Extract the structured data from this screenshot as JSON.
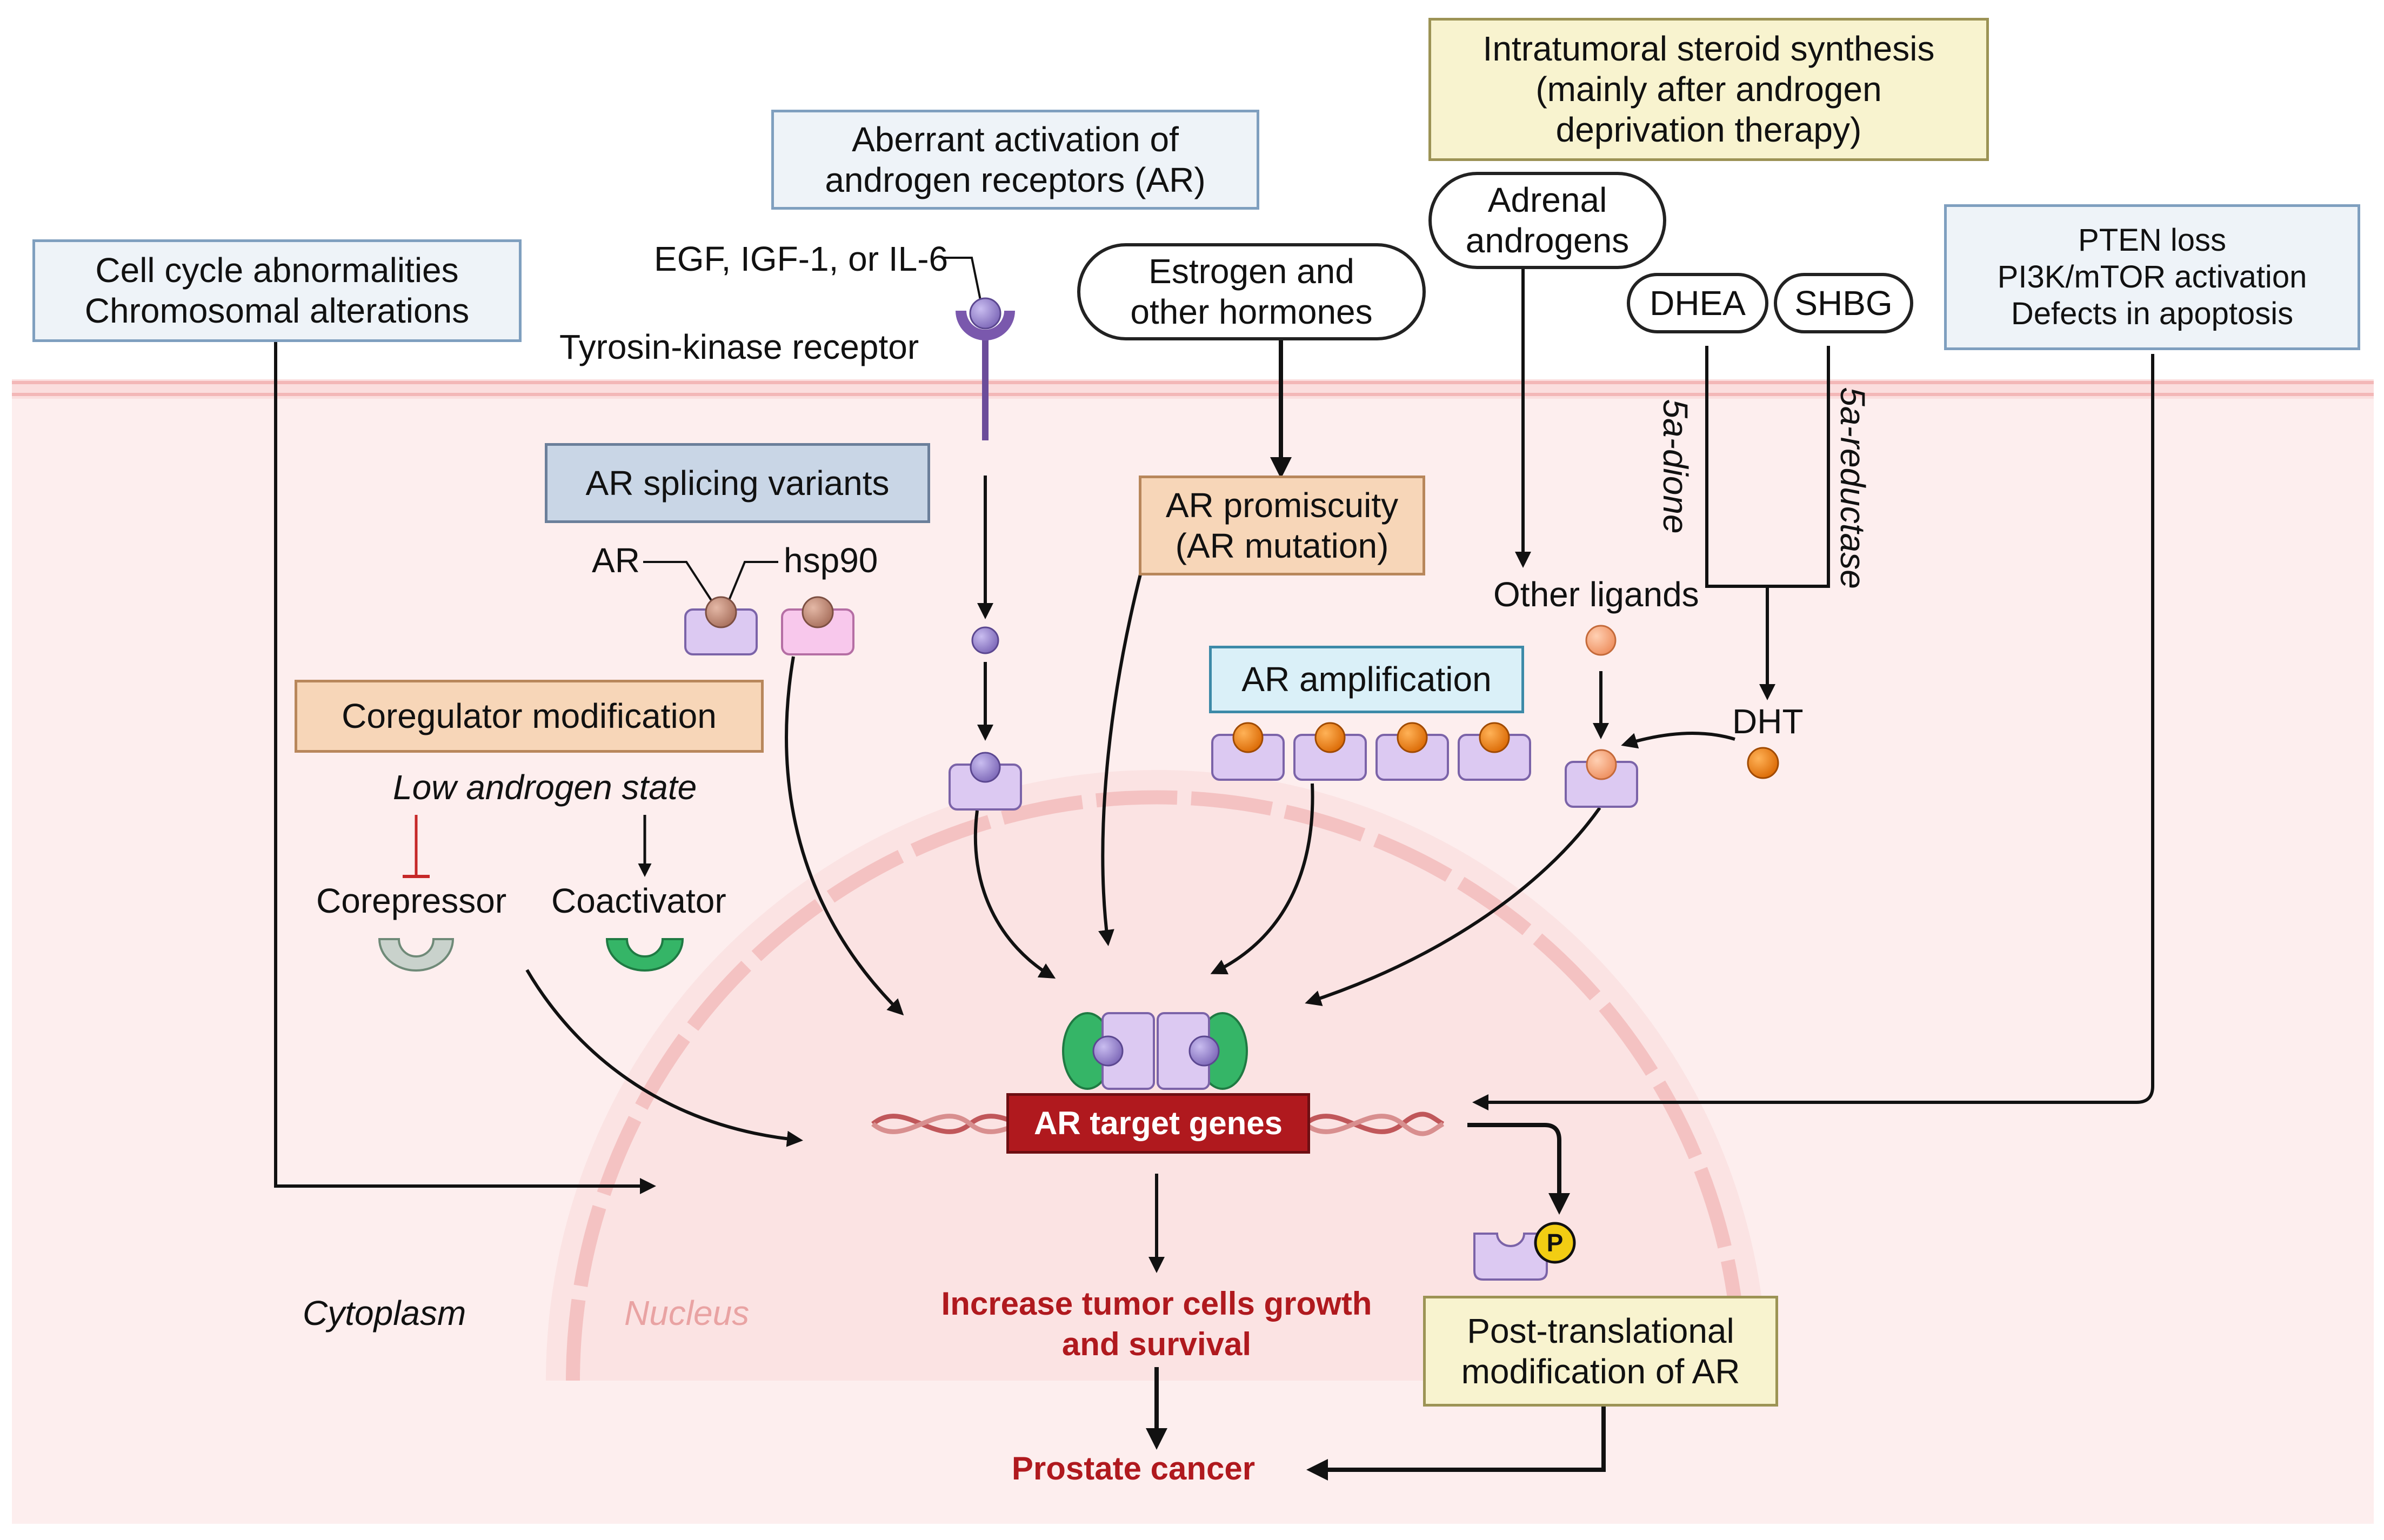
{
  "boxes": {
    "intratumoral": [
      "Intratumoral steroid synthesis",
      "(mainly after androgen",
      "deprivation therapy)"
    ],
    "aberrant": [
      "Aberrant activation of",
      "androgen receptors (AR)"
    ],
    "cell_cycle": [
      "Cell cycle abnormalities",
      "Chromosomal alterations"
    ],
    "estrogen": [
      "Estrogen and",
      "other hormones"
    ],
    "adrenal": [
      "Adrenal",
      "androgens"
    ],
    "dhea": "DHEA",
    "shbg": "SHBG",
    "pten": [
      "PTEN loss",
      "PI3K/mTOR activation",
      "Defects in apoptosis"
    ],
    "splicing": "AR splicing variants",
    "promiscuity": [
      "AR promiscuity",
      "(AR mutation)"
    ],
    "amplification": "AR amplification",
    "coregulator": "Coregulator modification",
    "target_genes": "AR target genes",
    "post_translational": [
      "Post-translational",
      "modification of AR"
    ]
  },
  "labels": {
    "egf": "EGF, IGF-1, or IL-6",
    "tyrosin": "Tyrosin-kinase receptor",
    "ar": "AR",
    "hsp90": "hsp90",
    "other_ligands": "Other ligands",
    "dht": "DHT",
    "five_a_dione": "5a-dione",
    "five_a_reductase": "5a-reductase",
    "low_androgen": "Low androgen state",
    "corepressor": "Corepressor",
    "coactivator": "Coactivator",
    "phospho": "P",
    "increase": [
      "Increase tumor cells growth",
      "and survival"
    ],
    "prostate_cancer": "Prostate cancer",
    "cytoplasm": "Cytoplasm",
    "nucleus": "Nucleus"
  },
  "colors": {
    "receptor_fill": "#dcc9f2",
    "receptor_stroke": "#7b63a8",
    "ligand_purple": "#9b86cf",
    "ligand_orange": "#f07f1a",
    "ligand_peach": "#f6a577",
    "hsp90_pink": "#f8c8ec",
    "coactivator_green": "#35b567",
    "corepressor_grey": "#c9d2cc",
    "membrane": "#f5c4c4",
    "cytoplasm_bg": "#fdeeee",
    "nucleus_bg": "#fce6e6",
    "dna": "#c0575a",
    "dark_red": "#b0191e",
    "phospho_yellow": "#f2cd13"
  }
}
